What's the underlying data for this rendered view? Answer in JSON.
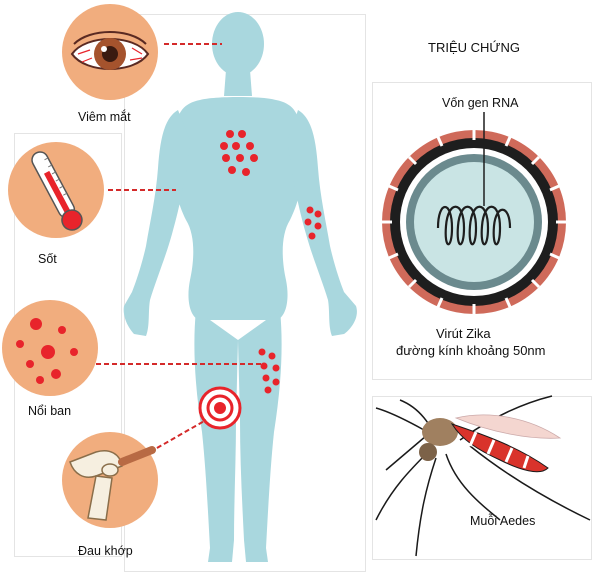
{
  "title": "TRIỆU CHỨNG",
  "symptoms": [
    {
      "label": "Viêm mắt",
      "icon": "eye-icon"
    },
    {
      "label": "Sốt",
      "icon": "thermometer-icon"
    },
    {
      "label": "Nổi ban",
      "icon": "rash-icon"
    },
    {
      "label": "Đau khớp",
      "icon": "knee-joint-icon"
    }
  ],
  "virus": {
    "core_label": "Vốn gen RNA",
    "name": "Virút Zika",
    "size": "đường kính khoảng 50nm"
  },
  "mosquito": {
    "label": "Muỗi Aedes"
  },
  "colors": {
    "body": "#a9d7de",
    "skin_circle": "#f1ad7e",
    "rash": "#e8242b",
    "connector": "#d42a2a",
    "virus_shell": "#cf6a5a",
    "virus_ring": "#1e1e1e",
    "virus_core": "#c9e4e4"
  }
}
